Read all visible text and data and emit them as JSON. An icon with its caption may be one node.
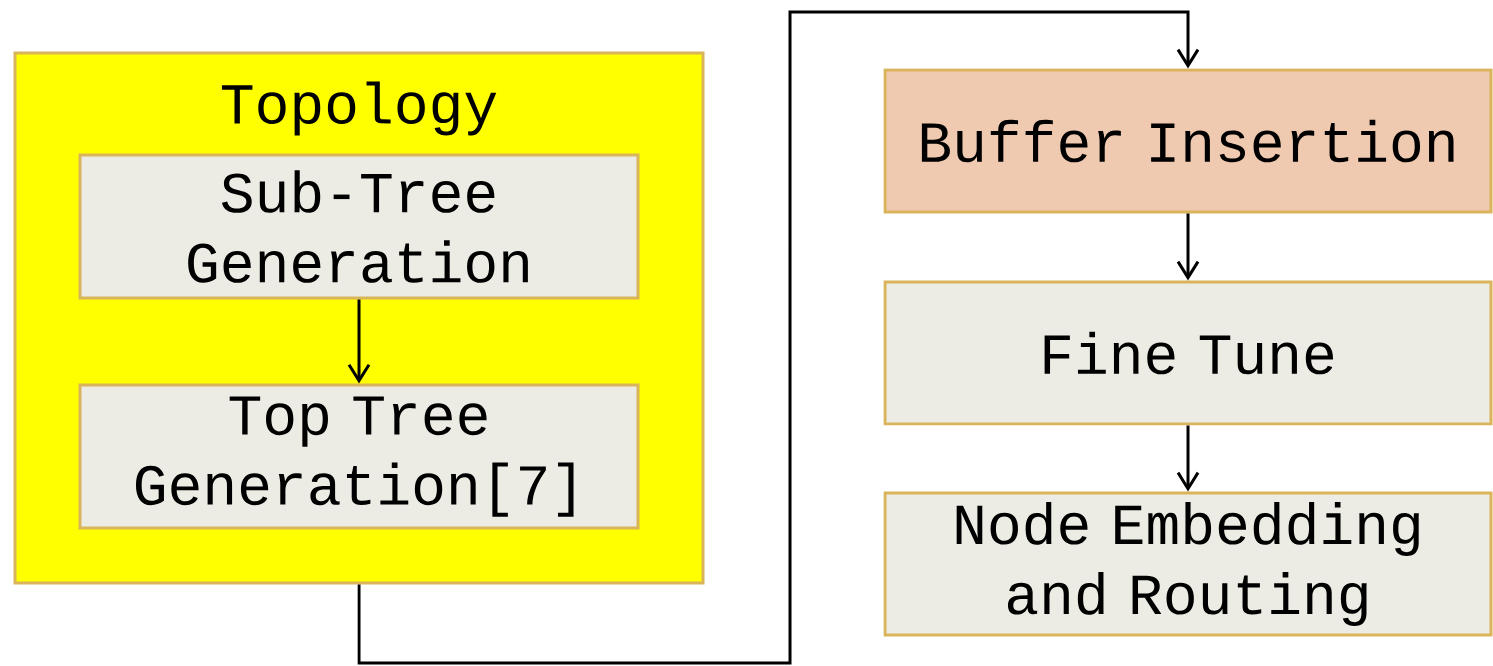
{
  "diagram": {
    "nodes": [
      {
        "text": [
          "Topology"
        ]
      },
      {
        "text": [
          "Sub-Tree Generation"
        ],
        "in": 0
      },
      {
        "text": [
          "Top Tree Generation[7]"
        ],
        "in": 0
      },
      {
        "text": [
          "Buffer Insertion"
        ]
      },
      {
        "text": [
          "Fine Tune"
        ]
      },
      {
        "text": [
          "Node Embedding and Routing"
        ]
      }
    ],
    "edges": [
      {
        "from": 1,
        "to": 2,
        "arrow": "to"
      },
      {
        "from": 0,
        "to": 3,
        "arrow": "to"
      },
      {
        "from": 3,
        "to": 4,
        "arrow": "to"
      },
      {
        "from": 4,
        "to": 5,
        "arrow": "to"
      }
    ]
  }
}
